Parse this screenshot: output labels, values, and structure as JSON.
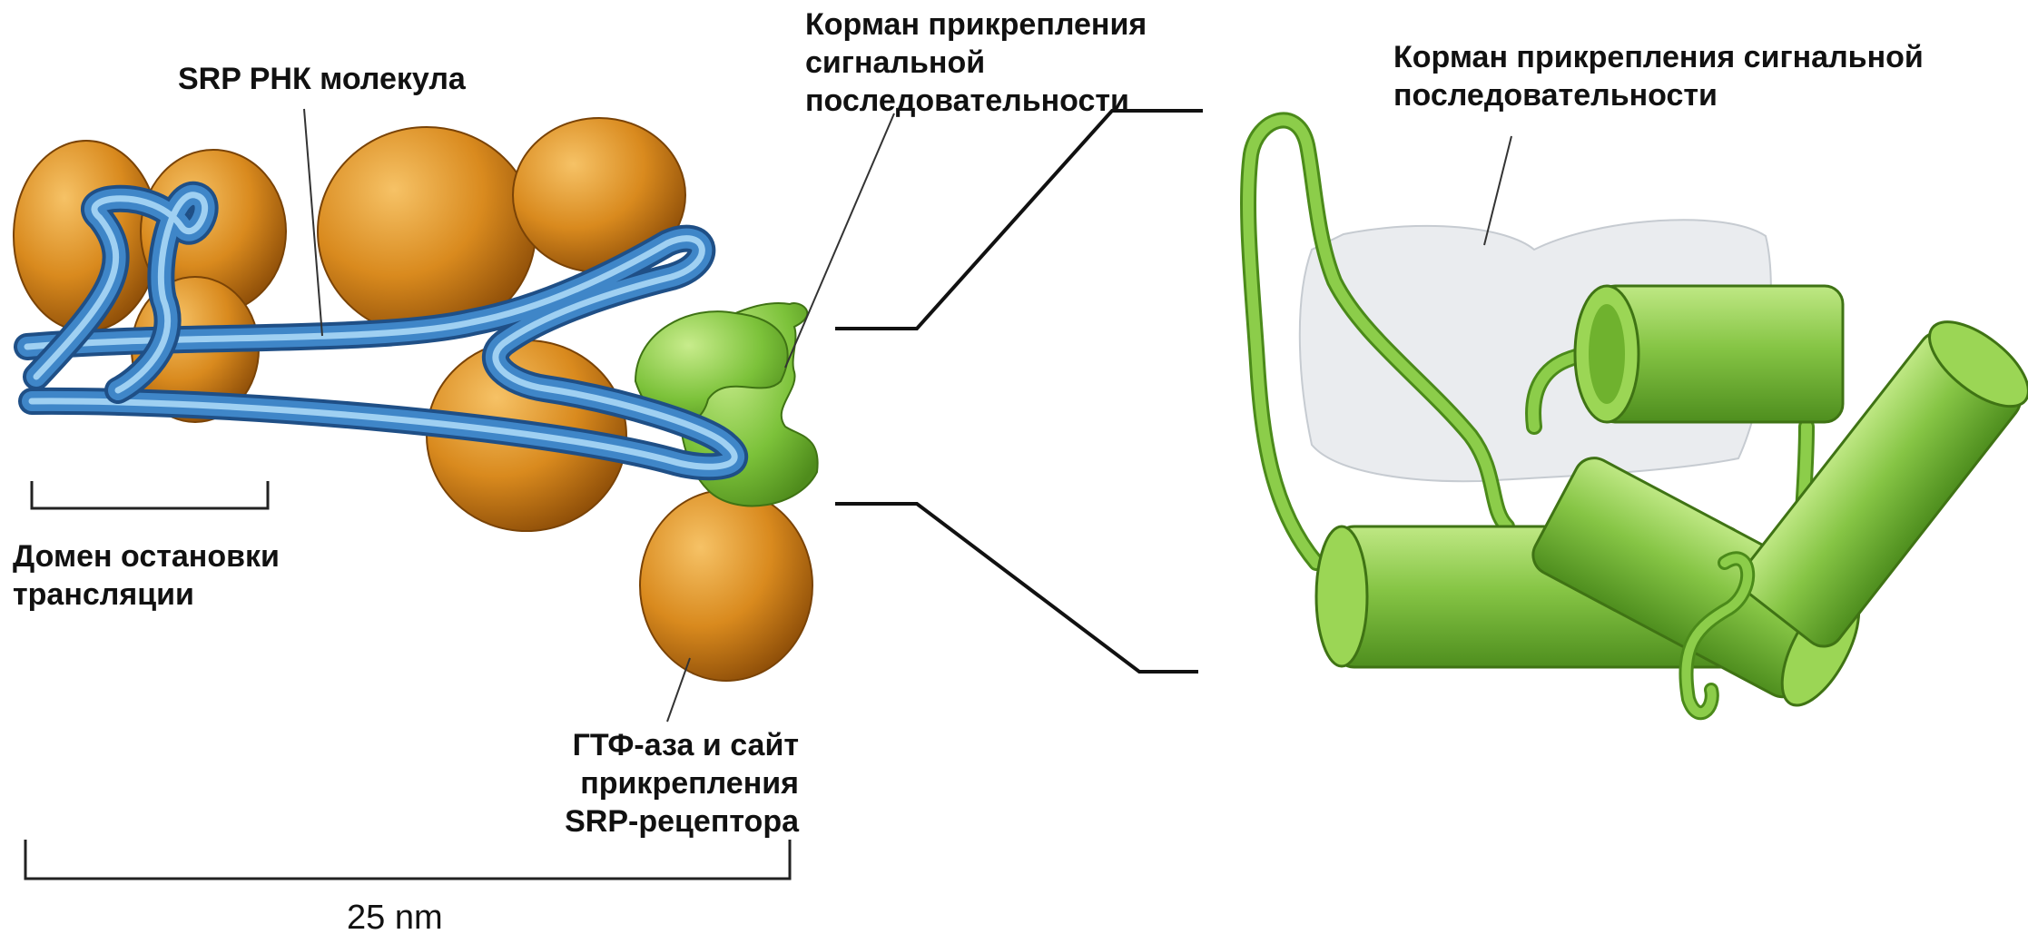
{
  "labels": {
    "srp_rna": "SRP РНК молекула",
    "pocket_left": "Корман прикрепления\nсигнальной\nпоследовательности",
    "pocket_right": "Корман прикрепления сигнальной\nпоследовательности",
    "stop_domain": "Домен остановки\nтрансляции",
    "gtpase": "ГТФ-аза и сайт\nприкрепления\nSRP-рецептора",
    "scale": "25 nm"
  },
  "colors": {
    "protein_orange": "#d98a1e",
    "rna_blue": "#3f86c8",
    "pocket_green": "#7cc23a",
    "helix_green": "#86c545"
  }
}
